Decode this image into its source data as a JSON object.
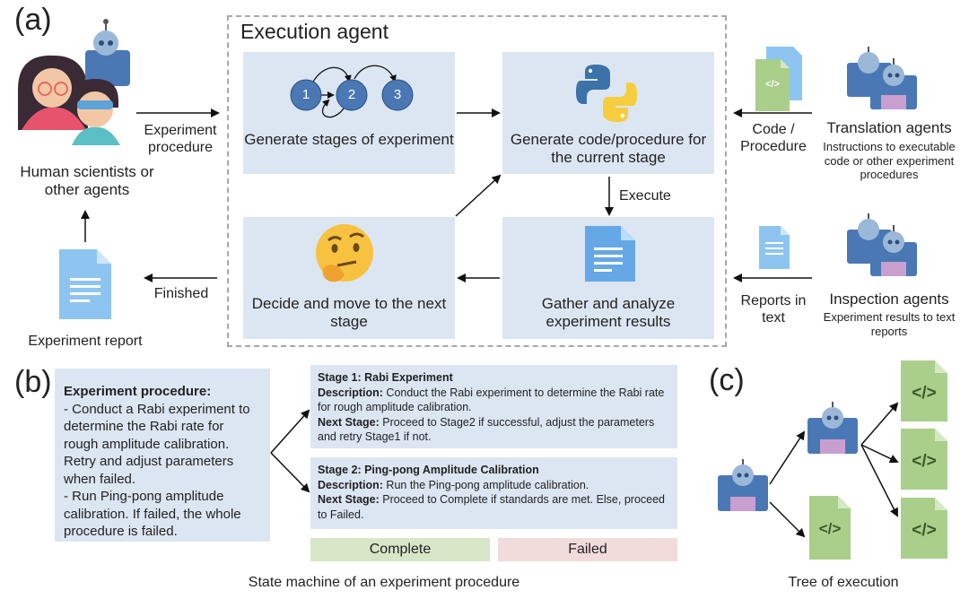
{
  "panels": {
    "a": "(a)",
    "b": "(b)",
    "c": "(c)"
  },
  "execution_agent": {
    "title": "Execution agent",
    "generate_stages": "Generate stages of experiment",
    "generate_code": "Generate code/procedure for the current stage",
    "decide": "Decide and move to the next stage",
    "gather": "Gather and analyze experiment results",
    "execute": "Execute",
    "stage_nodes": [
      "1",
      "2",
      "3"
    ],
    "code_glyph": "</>"
  },
  "left": {
    "human_label": "Human scientists or other agents",
    "experiment_procedure": "Experiment procedure",
    "finished": "Finished",
    "experiment_report": "Experiment report"
  },
  "right": {
    "code_procedure": "Code / Procedure",
    "translation_title": "Translation agents",
    "translation_desc": "Instructions to executable code or other experiment procedures",
    "reports_in_text": "Reports in text",
    "inspection_title": "Inspection agents",
    "inspection_desc": "Experiment results to text reports"
  },
  "panel_b": {
    "procedure_title": "Experiment procedure:",
    "procedure_lines": [
      "- Conduct a Rabi experiment to determine the Rabi rate for rough amplitude calibration. Retry and adjust parameters when failed.",
      "- Run Ping-pong amplitude calibration. If failed, the whole procedure is failed."
    ],
    "stage1_title": "Stage 1: Rabi Experiment",
    "stage1_desc_label": "Description:",
    "stage1_desc": "Conduct the Rabi experiment to determine the Rabi rate for rough amplitude calibration.",
    "stage1_next_label": "Next Stage:",
    "stage1_next": "Proceed to Stage2 if successful, adjust the parameters and retry Stage1 if not.",
    "stage2_title": "Stage 2: Ping-pong Amplitude Calibration",
    "stage2_desc_label": "Description:",
    "stage2_desc": "Run the Ping-pong amplitude calibration.",
    "stage2_next_label": "Next Stage:",
    "stage2_next": " Proceed to Complete if standards are met. Else, proceed to Failed.",
    "complete": "Complete",
    "failed": "Failed",
    "caption": "State machine of an experiment procedure"
  },
  "panel_c": {
    "caption": "Tree of execution",
    "code_glyph": "</>"
  },
  "colors": {
    "box": "#dce6f2",
    "node": "#4a78b5",
    "complete": "#d8e6c8",
    "failed": "#f2dcdb",
    "file_green": "#a9cf8a",
    "doc_blue": "#8ec5f0"
  }
}
